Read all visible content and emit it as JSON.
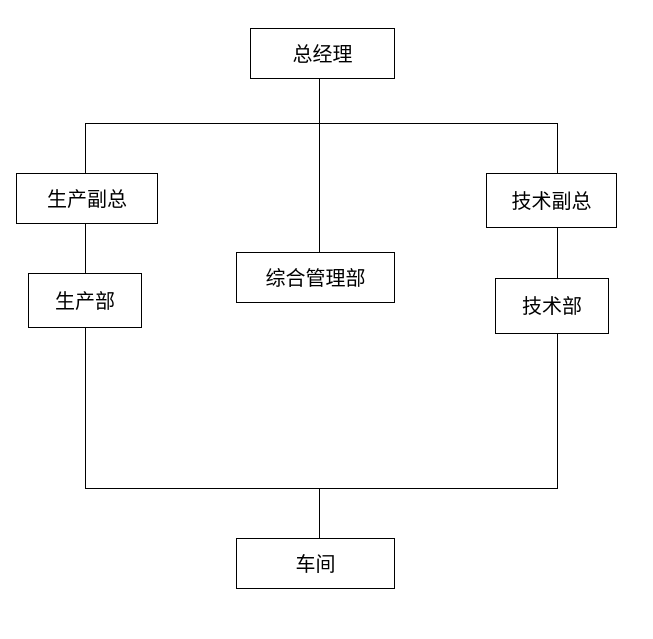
{
  "org_chart": {
    "nodes": {
      "general_manager": "总经理",
      "production_vp": "生产副总",
      "technical_vp": "技术副总",
      "production_department": "生产部",
      "general_management_department": "综合管理部",
      "technical_department": "技术部",
      "workshop": "车间"
    }
  }
}
